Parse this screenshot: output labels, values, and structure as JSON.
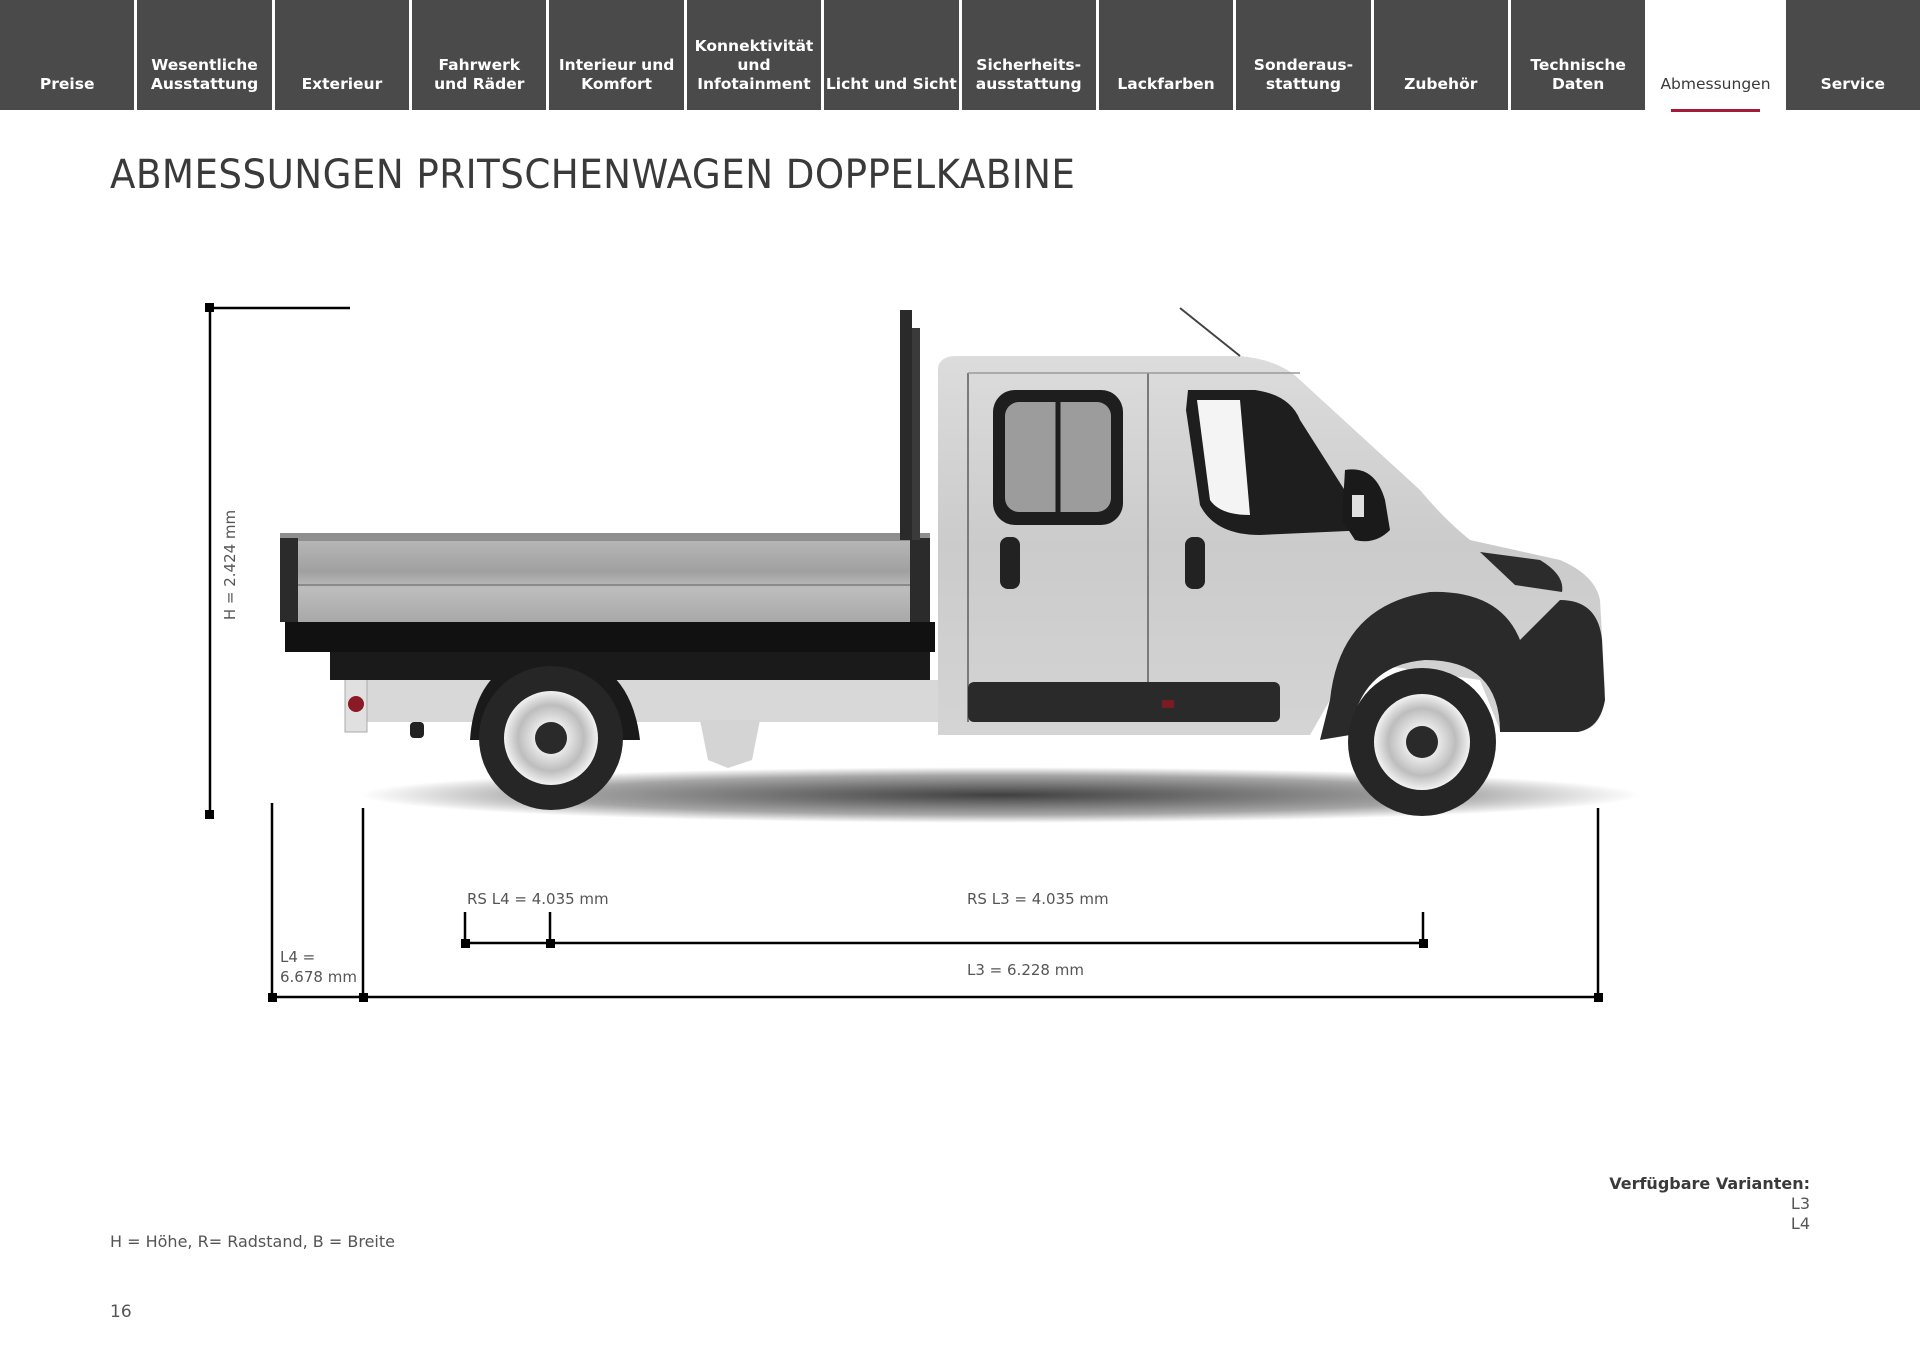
{
  "nav": {
    "tabs": [
      {
        "label": "Preise",
        "active": false
      },
      {
        "label": "Wesentliche\nAusstattung",
        "active": false
      },
      {
        "label": "Exterieur",
        "active": false
      },
      {
        "label": "Fahrwerk\nund Räder",
        "active": false
      },
      {
        "label": "Interieur und\nKomfort",
        "active": false
      },
      {
        "label": "Konnektivität\nund\nInfotainment",
        "active": false
      },
      {
        "label": "Licht und Sicht",
        "active": false
      },
      {
        "label": "Sicherheits-\nausstattung",
        "active": false
      },
      {
        "label": "Lackfarben",
        "active": false
      },
      {
        "label": "Sonderaus-\nstattung",
        "active": false
      },
      {
        "label": "Zubehör",
        "active": false
      },
      {
        "label": "Technische\nDaten",
        "active": false
      },
      {
        "label": "Abmessungen",
        "active": true
      },
      {
        "label": "Service",
        "active": false
      }
    ],
    "colors": {
      "tab_bg": "#4a4a4a",
      "tab_text": "#ffffff",
      "active_underline": "#a5193a"
    }
  },
  "page": {
    "title": "ABMESSUNGEN PRITSCHENWAGEN DOPPELKABINE",
    "page_number": "16"
  },
  "dimensions": {
    "height": "H = 2.424 mm",
    "length_l4_line1": "L4 =",
    "length_l4_line2": "6.678 mm",
    "wheelbase_l4": "RS L4 = 4.035 mm",
    "wheelbase_l3": "RS L3 = 4.035 mm",
    "length_l3": "L3 = 6.228 mm"
  },
  "legend": {
    "abbreviations": "H = Höhe, R= Radstand, B = Breite"
  },
  "variants": {
    "title": "Verfügbare Varianten:",
    "items": [
      "L3",
      "L4"
    ]
  }
}
